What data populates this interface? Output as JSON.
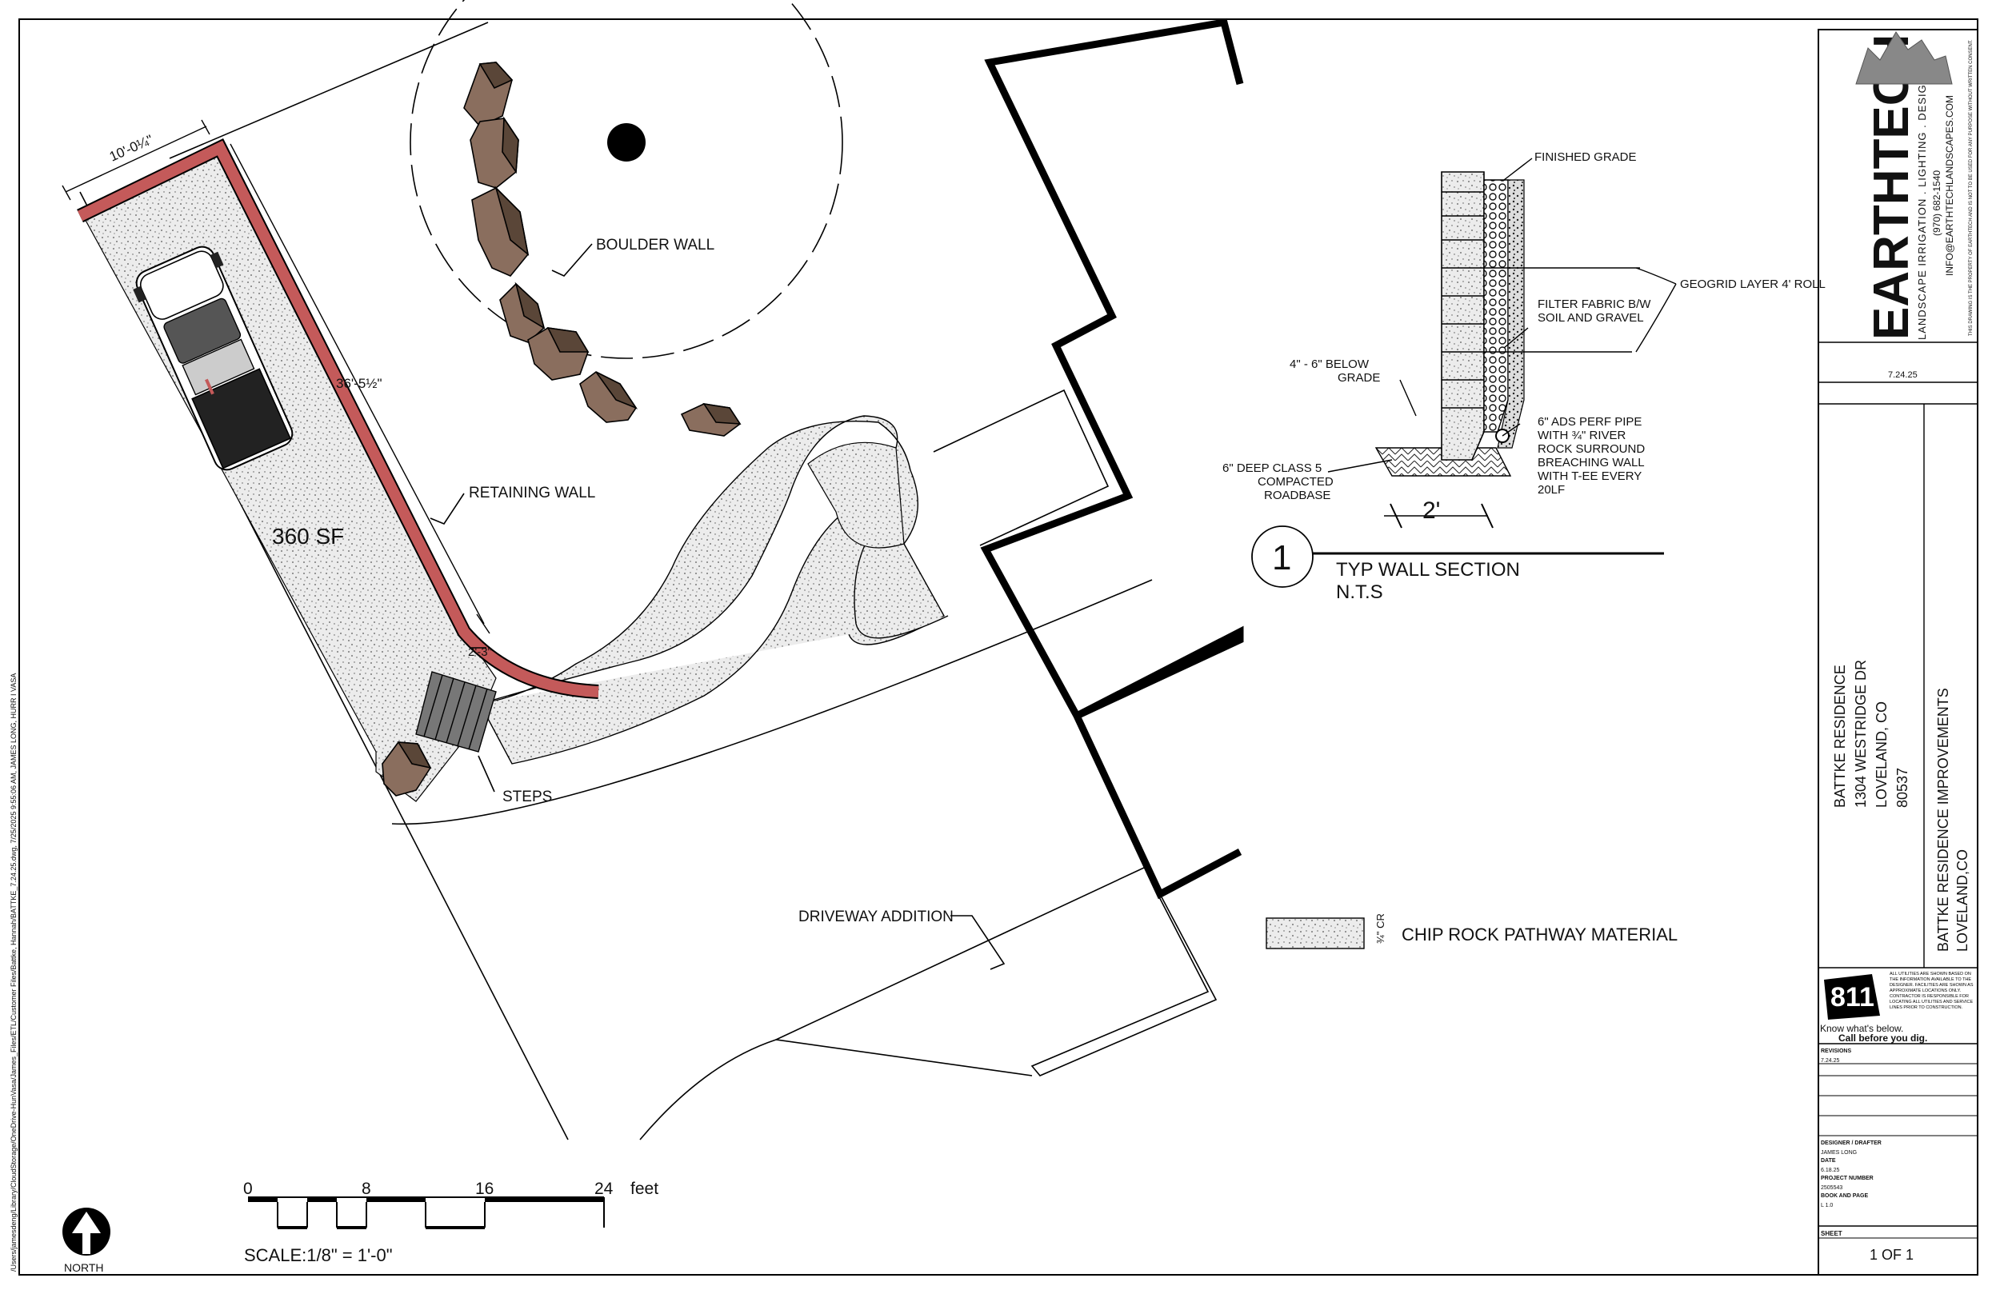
{
  "plan": {
    "dims": {
      "top": "10'-0¼\"",
      "side": "36'-5½\"",
      "step": "2'-3\""
    },
    "area": "360 SF",
    "labels": {
      "boulder_wall": "BOULDER WALL",
      "retaining_wall": "RETAINING WALL",
      "steps": "STEPS",
      "driveway_addition": "DRIVEWAY ADDITION"
    }
  },
  "section": {
    "callouts": {
      "finished_grade": "FINISHED GRADE",
      "geogrid": "GEOGRID LAYER 4' ROLL",
      "filter_fabric_1": "FILTER FABRIC B/W",
      "filter_fabric_2": "SOIL AND GRAVEL",
      "below_grade_1": "4\" - 6\" BELOW",
      "below_grade_2": "GRADE",
      "pipe_1": "6\" ADS PERF PIPE",
      "pipe_2": "WITH ¾\" RIVER",
      "pipe_3": "ROCK SURROUND",
      "pipe_4": "BREACHING WALL",
      "pipe_5": "WITH T-EE EVERY",
      "pipe_6": "20LF",
      "base_1": "6\" DEEP CLASS 5",
      "base_2": "COMPACTED",
      "base_3": "ROADBASE",
      "width": "2'"
    },
    "detail_number": "1",
    "title": "TYP WALL SECTION",
    "subtitle": "N.T.S"
  },
  "legend": {
    "tag": "¾\" CR",
    "label": "CHIP ROCK PATHWAY MATERIAL"
  },
  "scale": {
    "ticks": [
      "0",
      "8",
      "16",
      "24"
    ],
    "unit": "feet",
    "text": "SCALE:1/8\" = 1'-0\"",
    "north": "NORTH"
  },
  "file_path": "/Users/jamesdeng/Library/CloudStorage/OneDrive-HunVasa/James_Files/ETL/Customer Files/Battke, Hannah/BATTKE_7.24.25.dwg, 7/25/2025 9:55:06 AM, JAMES LONG, HURR I VASA",
  "title_block": {
    "company": "EARTHTECH",
    "tagline": "LANDSCAPE IRRIGATION . LIGHTING . DESIGN",
    "phone": "(970) 682-1540",
    "email": "INFO@EARTHTECHLANDSCAPES.COM",
    "copyright": "THIS DRAWING IS THE PROPERTY OF EARTHTECH AND IS NOT TO BE USED FOR ANY PURPOSE WITHOUT WRITTEN CONSENT.",
    "date": "7.24.25",
    "client": [
      "BATTKE RESIDENCE",
      "1304 WESTRIDGE DR",
      "LOVELAND, CO",
      "80537"
    ],
    "project": [
      "BATTKE RESIDENCE IMPROVEMENTS",
      "LOVELAND,CO"
    ],
    "call811": {
      "num": "811",
      "know": "Know what's below.",
      "call": "Call before you dig.",
      "note": "ALL UTILITIES ARE SHOWN BASED ON THE INFORMATION AVAILABLE TO THE DESIGNER. FACILITIES ARE SHOWN AS APPROXIMATE LOCATIONS ONLY. CONTRACTOR IS RESPONSIBLE FOR LOCATING ALL UTILITIES AND SERVICE LINES PRIOR TO CONSTRUCTION."
    },
    "revisions_label": "REVISIONS",
    "revision_1": "7.24.25",
    "designer_label": "DESIGNER / DRAFTER",
    "designer": "JAMES LONG",
    "date_label": "DATE",
    "date_value": "6.18.25",
    "project_no_label": "PROJECT NUMBER",
    "project_no": "2505543",
    "book_label": "BOOK AND PAGE",
    "book": "L 1.0",
    "sheet_label": "SHEET",
    "sheet": "1 OF 1"
  }
}
